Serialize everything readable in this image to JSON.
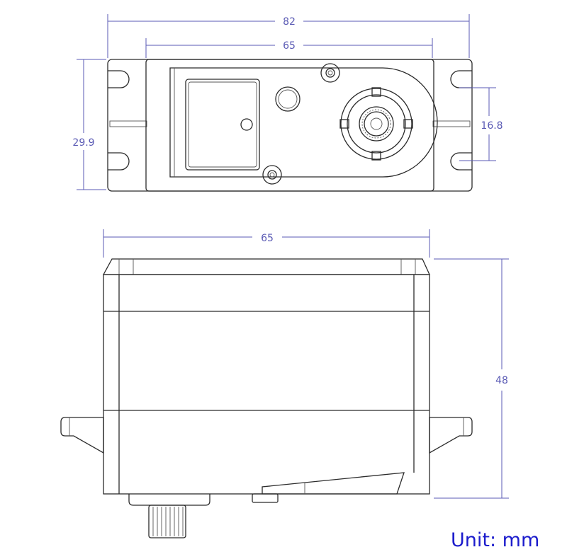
{
  "dimensions": {
    "top_view": {
      "overall_width": "82",
      "body_width": "65",
      "overall_height": "29.9",
      "hole_spacing": "16.8"
    },
    "side_view": {
      "body_width": "65",
      "height": "48"
    }
  },
  "unit_label": "Unit: mm",
  "colors": {
    "dimension": "#5a5ab4",
    "outline": "#2b2b2b",
    "unit_text": "#1c1ccc"
  }
}
